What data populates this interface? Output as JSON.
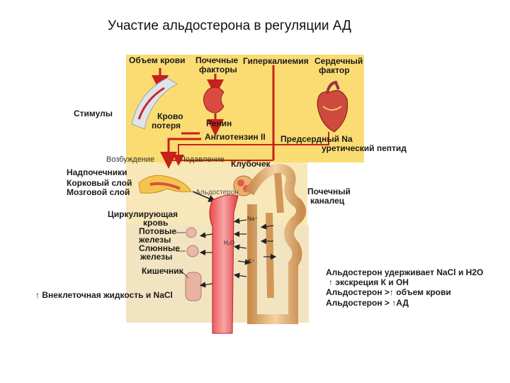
{
  "title": "Участие альдостерона в регуляции АД",
  "labels": {
    "blood_volume": "Объем крови",
    "renal_factors_1": "Почечные",
    "renal_factors_2": "факторы",
    "hyperkalemia": "Гиперкалиемия",
    "cardiac_factor_1": "Сердечный",
    "cardiac_factor_2": "фактор",
    "stimuli": "Стимулы",
    "blood_loss_1": "Крово",
    "blood_loss_2": "потеря",
    "renin": "Ренин",
    "angiotensin": "Ангиотензин II",
    "anp_1": "Предсердный Na",
    "anp_2": "уретический пептид",
    "excitation": "Возбуждение",
    "suppression": "Подавление",
    "glomerulus": "Клубочек",
    "adrenals": "Надпочечники",
    "cortex": "Корковый слой",
    "medulla": "Мозговой слой",
    "aldosterone": "Альдостерон",
    "renal_tubule_1": "Почечный",
    "renal_tubule_2": "каналец",
    "circulating_1": "Циркулирующая",
    "circulating_2": "кровь",
    "sweat_1": "Потовые",
    "sweat_2": "железы",
    "salivary_1": "Слюнные",
    "salivary_2": "железы",
    "intestine": "Кишечник",
    "extracellular": "Внеклеточная жидкость и NaCl",
    "ion_na": "Na⁺",
    "ion_h2o": "H₂O",
    "ion_k": "K⁺"
  },
  "summary": {
    "line1": "Альдостерон удерживает NaCl и H2O",
    "line2": "экскреция К и ОН",
    "line3_a": "Альдостерон",
    "line3_b": "объем крови",
    "line4_a": "Альдостерон",
    "line4_b": "АД"
  },
  "colors": {
    "panel_yellow": "#fadc72",
    "panel_beige": "#f6e6b8",
    "panel_bottom": "#f3e9cf",
    "arrow_red": "#c8201a",
    "vessel_red": "#e5545a",
    "tubule_tan": "#d8a866"
  }
}
